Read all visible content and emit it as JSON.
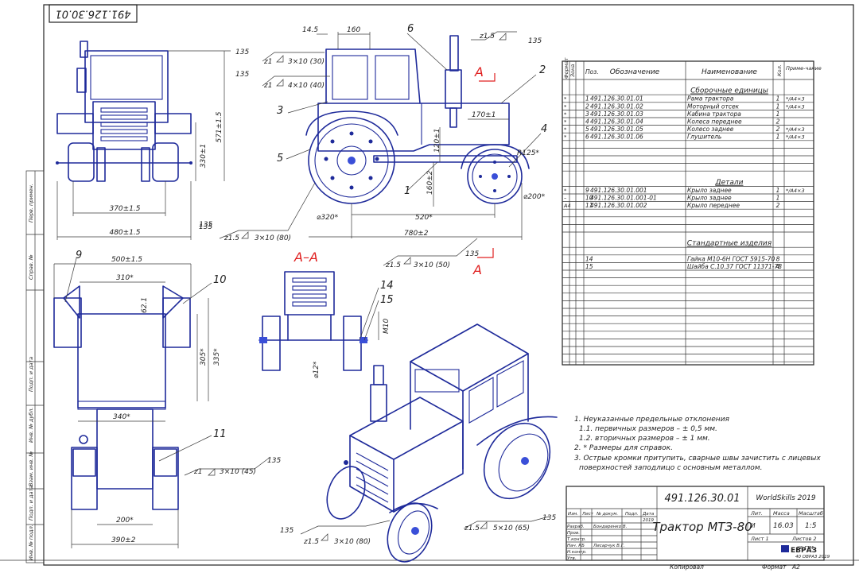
{
  "stamp": {
    "designation_rotated": "491.126.30.01"
  },
  "views": {
    "front": {
      "dims": [
        "370±1.5",
        "480±1.5",
        "330±1",
        "571±1.5",
        "135"
      ]
    },
    "side": {
      "dims": [
        "14.5",
        "160",
        "135",
        "135",
        "170±1",
        "R125*",
        "120±1",
        "160±2",
        "⌀320*",
        "520*",
        "780±2",
        "⌀200*",
        "135"
      ],
      "welds": [
        {
          "leg": "z1",
          "len": "3×10 (30)"
        },
        {
          "leg": "z1",
          "len": "4×10 (40)"
        },
        {
          "leg": "z1.5",
          "len": "3×10 (80)"
        },
        {
          "leg": "z1.5",
          "len": "3×10 (50)"
        },
        {
          "leg": "z1.5",
          "len": ""
        }
      ],
      "section_mark": "A",
      "leaders": [
        "6",
        "2",
        "3",
        "4",
        "5",
        "1"
      ]
    },
    "top": {
      "dims": [
        "500±1.5",
        "310*",
        "62.1",
        "305*",
        "335*",
        "340*",
        "200*",
        "390±2",
        "135"
      ],
      "weld": {
        "leg": "z1",
        "len": "3×10 (45)"
      },
      "leaders": [
        "9",
        "10",
        "11"
      ]
    },
    "section": {
      "title": "А–А",
      "dims": [
        "М10",
        "⌀12*"
      ],
      "leaders": [
        "14",
        "15"
      ]
    },
    "iso": {
      "welds": [
        {
          "leg": "z1.5",
          "len": "3×10 (80)"
        },
        {
          "leg": "z1.5",
          "len": "5×10 (65)"
        }
      ],
      "dims": [
        "135",
        "135"
      ]
    }
  },
  "spec": {
    "headers": [
      "Формат",
      "Зона",
      "Поз.",
      "Обозначение",
      "Наименование",
      "Кол.",
      "Приме-чание"
    ],
    "sections": {
      "welded": "Сборочные единицы",
      "details": "Детали",
      "standard": "Стандартные изделия"
    },
    "welded_rows": [
      {
        "fmt": "*",
        "pos": "1",
        "code": "491.126.30.01.01",
        "name": "Рама трактора",
        "qty": "1",
        "note": "*/А4×3"
      },
      {
        "fmt": "*",
        "pos": "2",
        "code": "491.126.30.01.02",
        "name": "Моторный отсек",
        "qty": "1",
        "note": "*/А4×3"
      },
      {
        "fmt": "*",
        "pos": "3",
        "code": "491.126.30.01.03",
        "name": "Кабина трактора",
        "qty": "1",
        "note": ""
      },
      {
        "fmt": "*",
        "pos": "4",
        "code": "491.126.30.01.04",
        "name": "Колеса переднее",
        "qty": "2",
        "note": ""
      },
      {
        "fmt": "*",
        "pos": "5",
        "code": "491.126.30.01.05",
        "name": "Колесо заднее",
        "qty": "2",
        "note": "*/А4×3"
      },
      {
        "fmt": "*",
        "pos": "6",
        "code": "491.126.30.01.06",
        "name": "Глушитель",
        "qty": "1",
        "note": "*/А4×3"
      }
    ],
    "detail_rows": [
      {
        "fmt": "*",
        "pos": "9",
        "code": "491.126.30.01.001",
        "name": "Крыло заднее",
        "qty": "1",
        "note": "*/А4×3"
      },
      {
        "fmt": "–",
        "pos": "10",
        "code": "491.126.30.01.001-01",
        "name": "Крыло заднее",
        "qty": "1",
        "note": ""
      },
      {
        "fmt": "А4",
        "pos": "11",
        "code": "491.126.30.01.002",
        "name": "Крыло переднее",
        "qty": "2",
        "note": ""
      }
    ],
    "standard_rows": [
      {
        "pos": "14",
        "name": "Гайка М10-6Н ГОСТ 5915-70",
        "qty": "8"
      },
      {
        "pos": "15",
        "name": "Шайба С.10.37 ГОСТ 11371-78",
        "qty": "4"
      }
    ]
  },
  "notes": [
    "1. Неуказанные предельные отклонения",
    "1.1. первичных размеров – ± 0,5 мм.",
    "1.2. вторичных размеров – ± 1 мм.",
    "2. * Размеры для справок.",
    "3. Острые кромки притупить, сварные швы зачистить с лицевых",
    "поверхностей заподлицо с основным металлом."
  ],
  "title_block": {
    "designation": "491.126.30.01",
    "org": "WorldSkills 2019",
    "name": "Трактор МТЗ-80",
    "headers": [
      "Лит.",
      "Масса",
      "Масштаб"
    ],
    "lit": "И",
    "mass": "16.03",
    "scale": "1:5",
    "sheet": "Лист 1",
    "sheets": "Листов 2",
    "company": "ЕВРАЗ",
    "company_sub": [
      "КБ ГТМ",
      "40 ОВРАЗ 2019"
    ],
    "rows": [
      {
        "role": "Разраб.",
        "name": "Бондаренко В.",
        "date": ""
      },
      {
        "role": "Пров.",
        "name": "",
        "date": ""
      },
      {
        "role": "Т.контр.",
        "name": "",
        "date": ""
      },
      {
        "role": "Нач. КБ",
        "name": "Лисарчук В.Г.",
        "date": ""
      },
      {
        "role": "Н.контр.",
        "name": "",
        "date": ""
      },
      {
        "role": "Утв.",
        "name": "",
        "date": ""
      }
    ],
    "change_headers": [
      "Изм.",
      "Лист",
      "№ докум.",
      "Подп.",
      "Дата"
    ],
    "change_year": "2019",
    "copied": "Копировал",
    "format": "Формат",
    "format_value": "А2"
  },
  "left_strip": [
    "Перв. примен.",
    "Справ. №",
    "Подп. и дата",
    "Инв. № дубл.",
    "Взам. инв. №",
    "Подп. и дата",
    "Инв. № подл."
  ],
  "colors": {
    "ink": "#1e2a9a",
    "hub": "#3a4fd8",
    "section_mark": "#e02020"
  }
}
